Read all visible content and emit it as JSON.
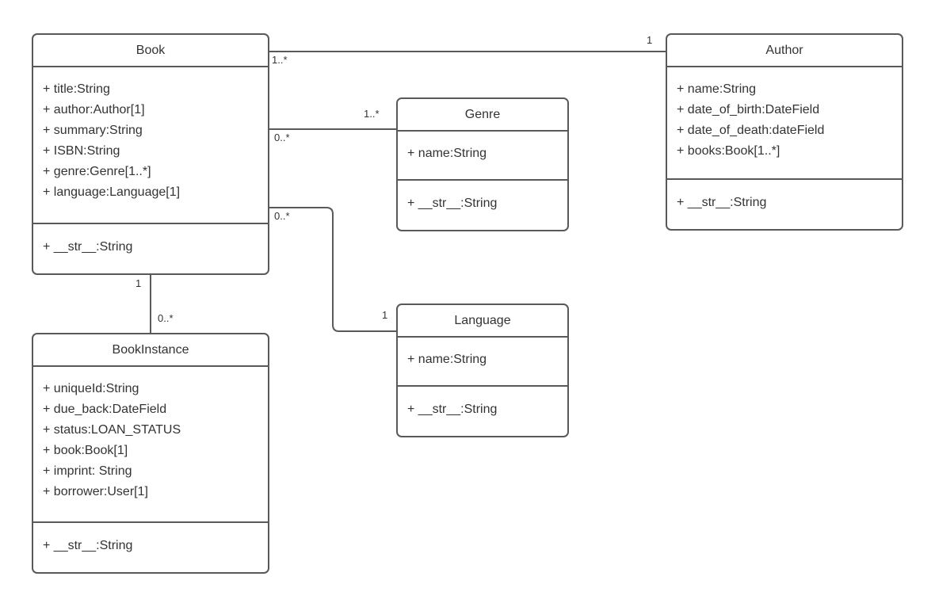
{
  "diagram": {
    "colors": {
      "stroke": "#595959",
      "text": "#333333",
      "background": "#ffffff"
    },
    "classes": [
      {
        "name": "Book",
        "attributes": [
          "+ title:String",
          "+ author:Author[1]",
          "+ summary:String",
          "+ ISBN:String",
          "+ genre:Genre[1..*]",
          "+ language:Language[1]"
        ],
        "methods": [
          "+ __str__:String"
        ]
      },
      {
        "name": "Author",
        "attributes": [
          "+ name:String",
          "+ date_of_birth:DateField",
          "+ date_of_death:dateField",
          "+ books:Book[1..*]"
        ],
        "methods": [
          "+ __str__:String"
        ]
      },
      {
        "name": "Genre",
        "attributes": [
          "+ name:String"
        ],
        "methods": [
          "+ __str__:String"
        ]
      },
      {
        "name": "Language",
        "attributes": [
          "+ name:String"
        ],
        "methods": [
          "+ __str__:String"
        ]
      },
      {
        "name": "BookInstance",
        "attributes": [
          "+ uniqueId:String",
          "+ due_back:DateField",
          "+ status:LOAN_STATUS",
          "+ book:Book[1]",
          "+ imprint: String",
          "+ borrower:User[1]"
        ],
        "methods": [
          "+ __str__:String"
        ]
      }
    ],
    "connections": [
      {
        "from": "Book",
        "to": "Author",
        "from_label": "1..*",
        "to_label": "1"
      },
      {
        "from": "Book",
        "to": "Genre",
        "from_label": "0..*",
        "to_label": "1..*"
      },
      {
        "from": "Book",
        "to": "Language",
        "from_label": "0..*",
        "to_label": "1"
      },
      {
        "from": "Book",
        "to": "BookInstance",
        "from_label": "1",
        "to_label": "0..*"
      }
    ]
  }
}
